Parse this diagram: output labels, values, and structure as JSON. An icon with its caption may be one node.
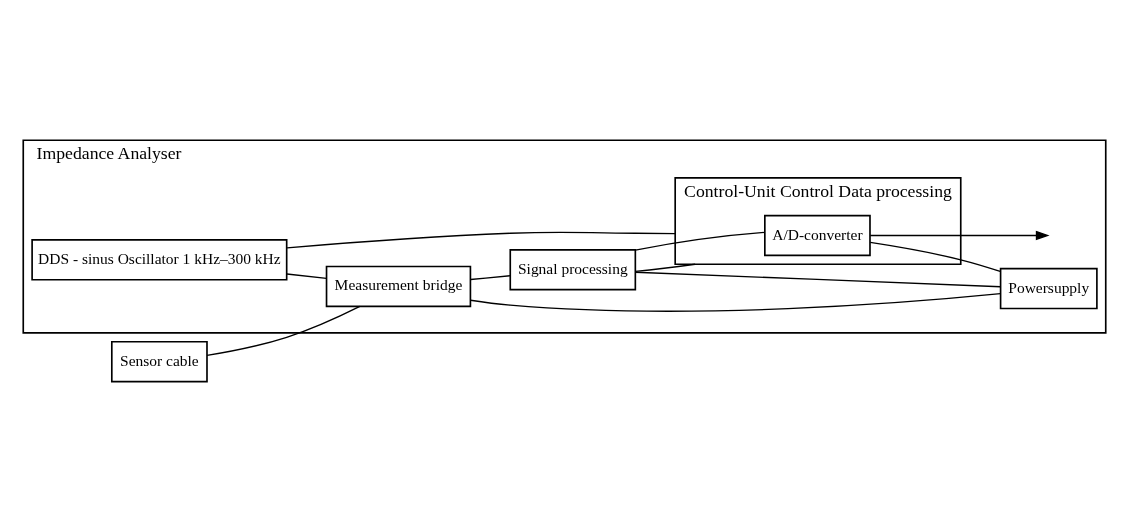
{
  "diagram": {
    "nodes": [
      {
        "text": [
          "Impedance Analyser"
        ]
      },
      {
        "text": [
          "DDS - sinus Oscillator 1 kHz–300 kHz"
        ],
        "in": 0
      },
      {
        "text": [
          "Control-Unit Control Data processing"
        ],
        "in": 0
      },
      {
        "text": [
          "Sensor cable"
        ]
      },
      {
        "text": [
          "Measurement bridge"
        ],
        "in": 0
      },
      {
        "text": [
          "Signal processing"
        ],
        "in": 0
      },
      {
        "text": [
          "A/D-converter"
        ],
        "in": 2
      },
      {
        "text": [
          "Powersupply"
        ],
        "in": 0
      }
    ],
    "edges": [
      {
        "from": 1,
        "to": 2,
        "arrow": "none"
      },
      {
        "from": 1,
        "to": 4,
        "arrow": "none"
      },
      {
        "from": 3,
        "to": 4,
        "arrow": "none"
      },
      {
        "from": 4,
        "to": 5,
        "arrow": "none"
      },
      {
        "from": 5,
        "to": 2,
        "arrow": "none"
      },
      {
        "from": 5,
        "to": 6,
        "arrow": "none"
      },
      {
        "from": 4,
        "to": 7,
        "arrow": "none"
      },
      {
        "from": 5,
        "to": 7,
        "arrow": "none"
      },
      {
        "from": 6,
        "to": 7,
        "arrow": "none"
      },
      {
        "from": 6,
        "to": null,
        "arrow": "to"
      }
    ]
  }
}
